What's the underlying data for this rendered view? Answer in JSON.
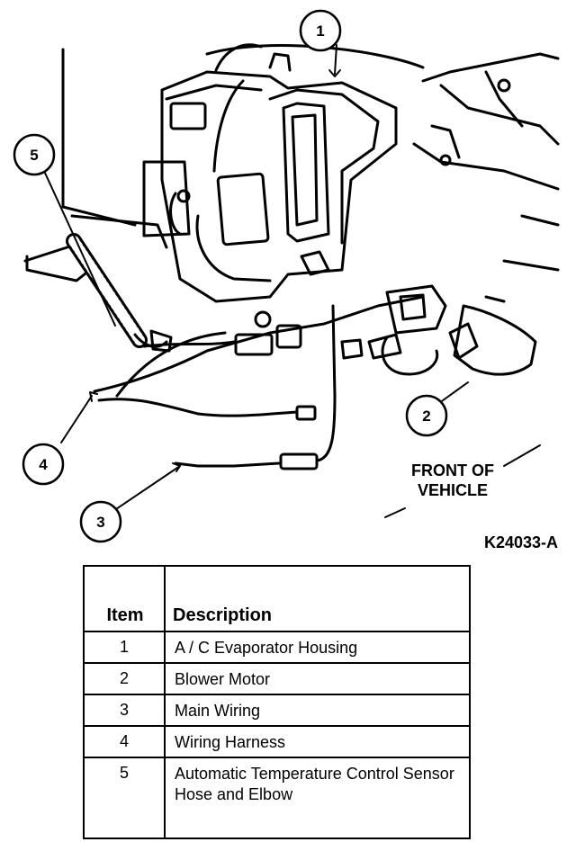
{
  "callouts": [
    "1",
    "2",
    "3",
    "4",
    "5"
  ],
  "front_label": [
    "FRONT OF",
    "VEHICLE"
  ],
  "figure_id": "K24033-A",
  "legend": {
    "headers": {
      "item": "Item",
      "description": "Description"
    },
    "rows": [
      {
        "item": "1",
        "description": "A / C Evaporator Housing"
      },
      {
        "item": "2",
        "description": "Blower Motor"
      },
      {
        "item": "3",
        "description": "Main Wiring"
      },
      {
        "item": "4",
        "description": "Wiring Harness"
      },
      {
        "item": "5",
        "description": "Automatic Temperature Control Sensor Hose and Elbow"
      }
    ]
  }
}
